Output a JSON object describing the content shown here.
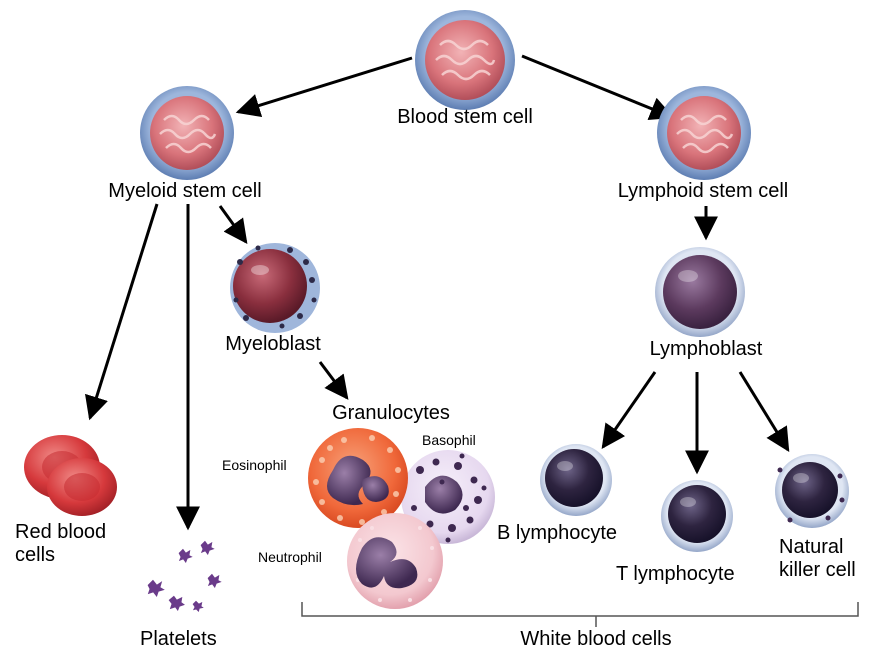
{
  "labels": {
    "blood_stem_cell": "Blood stem cell",
    "myeloid_stem_cell": "Myeloid stem cell",
    "lymphoid_stem_cell": "Lymphoid stem cell",
    "myeloblast": "Myeloblast",
    "lymphoblast": "Lymphoblast",
    "granulocytes": "Granulocytes",
    "eosinophil": "Eosinophil",
    "basophil": "Basophil",
    "neutrophil": "Neutrophil",
    "red_blood_cells": "Red blood cells",
    "platelets": "Platelets",
    "b_lymphocyte": "B lymphocyte",
    "t_lymphocyte": "T lymphocyte",
    "natural_killer_cell": "Natural killer cell",
    "white_blood_cells": "White blood cells"
  },
  "colors": {
    "stem_cell_fill": "#d9747b",
    "stem_cell_rim": "#6f8fc0",
    "myeloblast_fill": "#8a2f3e",
    "lymphoblast_fill": "#5c3a5e",
    "lymphocyte_fill": "#2e2440",
    "red_blood_cell": "#d6393c",
    "eosinophil_fill": "#f0683a",
    "basophil_fill": "#e6d8ef",
    "neutrophil_fill": "#f3c8cf",
    "platelet": "#6a3b8a",
    "arrow": "#000000"
  }
}
